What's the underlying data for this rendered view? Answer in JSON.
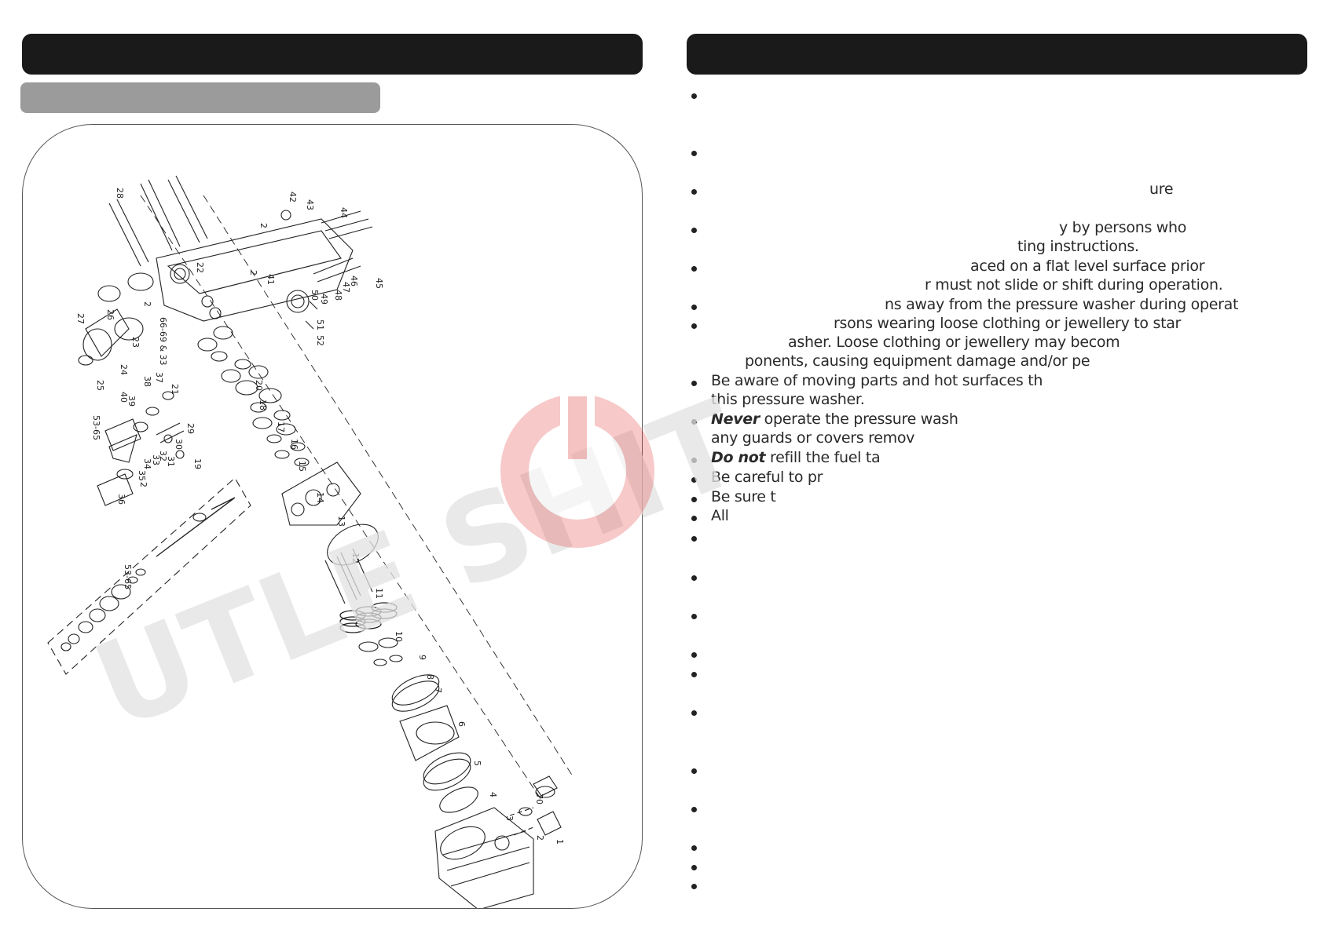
{
  "safety_text": {
    "l_ure": "ure",
    "l_persons_who": "y by persons who",
    "l_ting": "ting instructions.",
    "l_aced": "aced on a flat level surface prior",
    "l_must_not": "r must not slide or shift during operation.",
    "l_ns_away": "ns away from the pressure washer during operat",
    "l_rsons": "rsons wearing loose clothing or jewellery to star",
    "l_asher": "asher. Loose clothing or jewellery may becom",
    "l_ponents": "ponents, causing equipment damage and/or pe",
    "l_be_aware": "Be aware of moving parts and hot surfaces th",
    "l_this_pw": "this pressure washer.",
    "l_never": "Never",
    "l_never_rest": " operate the pressure wash",
    "l_guards": "any guards or covers remov",
    "l_donot": "Do not",
    "l_donot_rest": " refill the fuel ta",
    "l_careful": "Be careful to pr",
    "l_be_sure": "Be sure t",
    "l_all": "All"
  },
  "diagram_labels": {
    "n1": "1",
    "n2": "2",
    "n3": "3",
    "n4": "4",
    "n5": "5",
    "n6": "6",
    "n7": "7",
    "n8": "8",
    "n9": "9",
    "n10": "10",
    "n11": "11",
    "n12": "12",
    "n13": "13",
    "n14": "14",
    "n15": "15",
    "n16": "16",
    "n17": "17",
    "n18": "18",
    "n19": "19",
    "n20": "20",
    "n21": "21",
    "n22": "22",
    "n23": "23",
    "n24": "24",
    "n25": "25",
    "n26": "26",
    "n27": "27",
    "n28": "28",
    "n29": "29",
    "n30": "30",
    "n31": "31",
    "n32": "32",
    "n33": "33",
    "n34": "34",
    "n35": "35",
    "n36": "36",
    "n37": "37",
    "n38": "38",
    "n39": "39",
    "n40": "40",
    "n41": "41",
    "n42": "42",
    "n43": "43",
    "n44": "44",
    "n45": "45",
    "n46": "46",
    "n47": "47",
    "n48": "48",
    "n49": "49",
    "n50": "50",
    "n51": "51",
    "n52": "52",
    "n53_65": "53-65",
    "n66_69": "66-69 & 33",
    "n70": "70"
  },
  "watermark": {
    "text": "UTLE SHIT",
    "accent_color": "#e23a3a"
  },
  "colors": {
    "bar": "#1a1a1a",
    "subbar": "#9b9b9b"
  }
}
